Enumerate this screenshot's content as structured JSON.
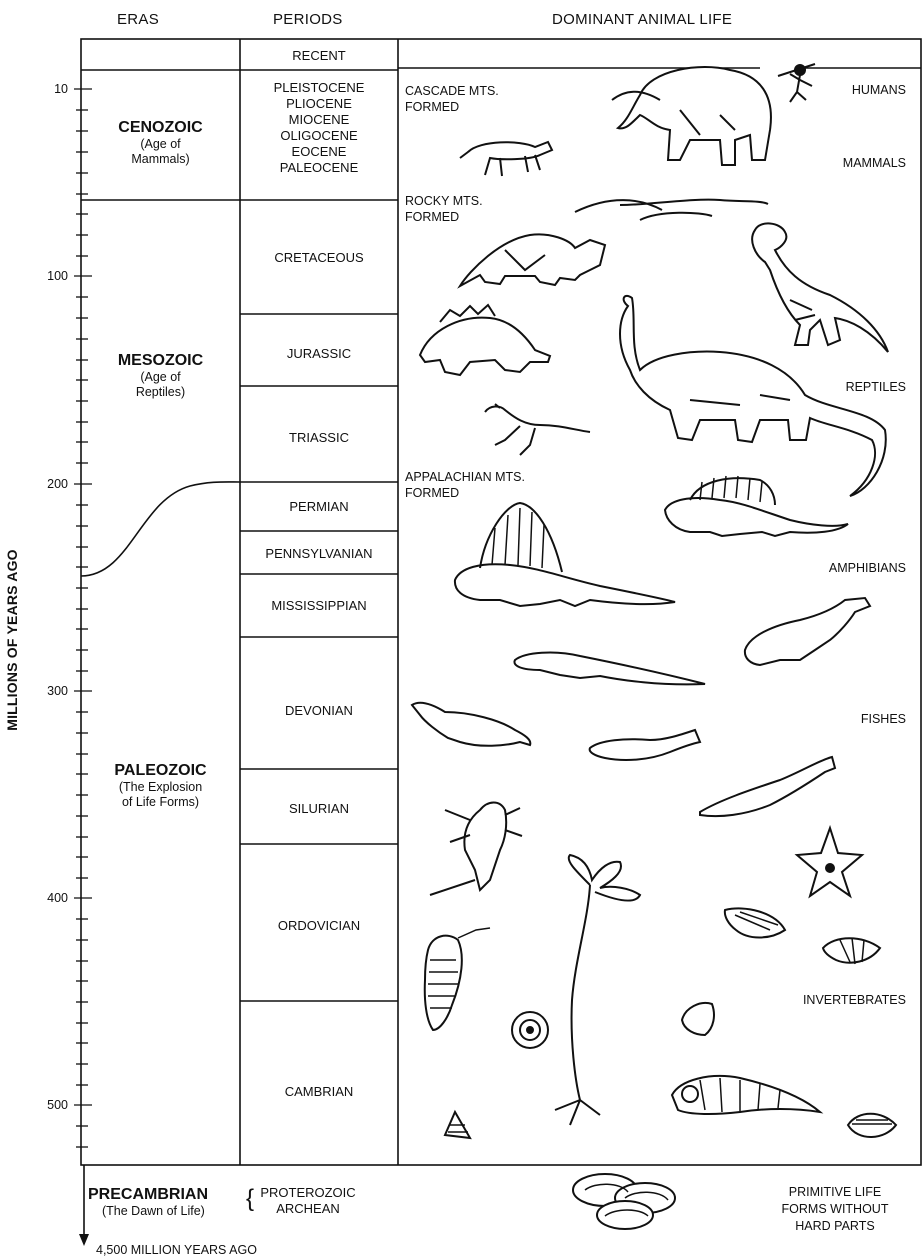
{
  "headers": {
    "eras": "ERAS",
    "periods": "PERIODS",
    "animal_life": "DOMINANT ANIMAL LIFE"
  },
  "axis": {
    "label": "MILLIONS OF YEARS AGO",
    "ticks": [
      "10",
      "100",
      "200",
      "300",
      "400",
      "500"
    ],
    "bottom_note": "4,500 MILLION YEARS AGO"
  },
  "eras": [
    {
      "name": "CENOZOIC",
      "sub": [
        "(Age of",
        "Mammals)"
      ]
    },
    {
      "name": "MESOZOIC",
      "sub": [
        "(Age of",
        "Reptiles)"
      ]
    },
    {
      "name": "PALEOZOIC",
      "sub": [
        "(The Explosion",
        "of Life Forms)"
      ]
    }
  ],
  "precambrian": {
    "name": "PRECAMBRIAN",
    "sub": "(The Dawn of Life)",
    "periods": [
      "PROTEROZOIC",
      "ARCHEAN"
    ]
  },
  "periods": {
    "recent": "RECENT",
    "cenozoic_list": [
      "PLEISTOCENE",
      "PLIOCENE",
      "MIOCENE",
      "OLIGOCENE",
      "EOCENE",
      "PALEOCENE"
    ],
    "cretaceous": "CRETACEOUS",
    "jurassic": "JURASSIC",
    "triassic": "TRIASSIC",
    "permian": "PERMIAN",
    "pennsylvanian": "PENNSYLVANIAN",
    "mississippian": "MISSISSIPPIAN",
    "devonian": "DEVONIAN",
    "silurian": "SILURIAN",
    "ordovician": "ORDOVICIAN",
    "cambrian": "CAMBRIAN"
  },
  "events": {
    "cascade": [
      "CASCADE MTS.",
      "FORMED"
    ],
    "rocky": [
      "ROCKY MTS.",
      "FORMED"
    ],
    "appalachian": [
      "APPALACHIAN MTS.",
      "FORMED"
    ]
  },
  "animals": {
    "humans": "HUMANS",
    "mammals": "MAMMALS",
    "reptiles": "REPTILES",
    "amphibians": "AMPHIBIANS",
    "fishes": "FISHES",
    "invertebrates": "INVERTEBRATES",
    "primitive": [
      "PRIMITIVE LIFE",
      "FORMS WITHOUT",
      "HARD PARTS"
    ]
  },
  "icons": [
    "mammoth-icon",
    "human-hunter-icon",
    "small-mammal-icon",
    "pterosaur-icon",
    "triceratops-icon",
    "tyrannosaurus-icon",
    "stegosaurus-icon",
    "brontosaurus-icon",
    "small-dinosaur-icon",
    "dimetrodon-icon",
    "amphibian-icon",
    "fish-icon",
    "trilobite-icon",
    "crinoid-icon",
    "starfish-icon",
    "shell-icon",
    "snail-icon",
    "eurypterid-icon",
    "spiral-fossil-icon"
  ]
}
